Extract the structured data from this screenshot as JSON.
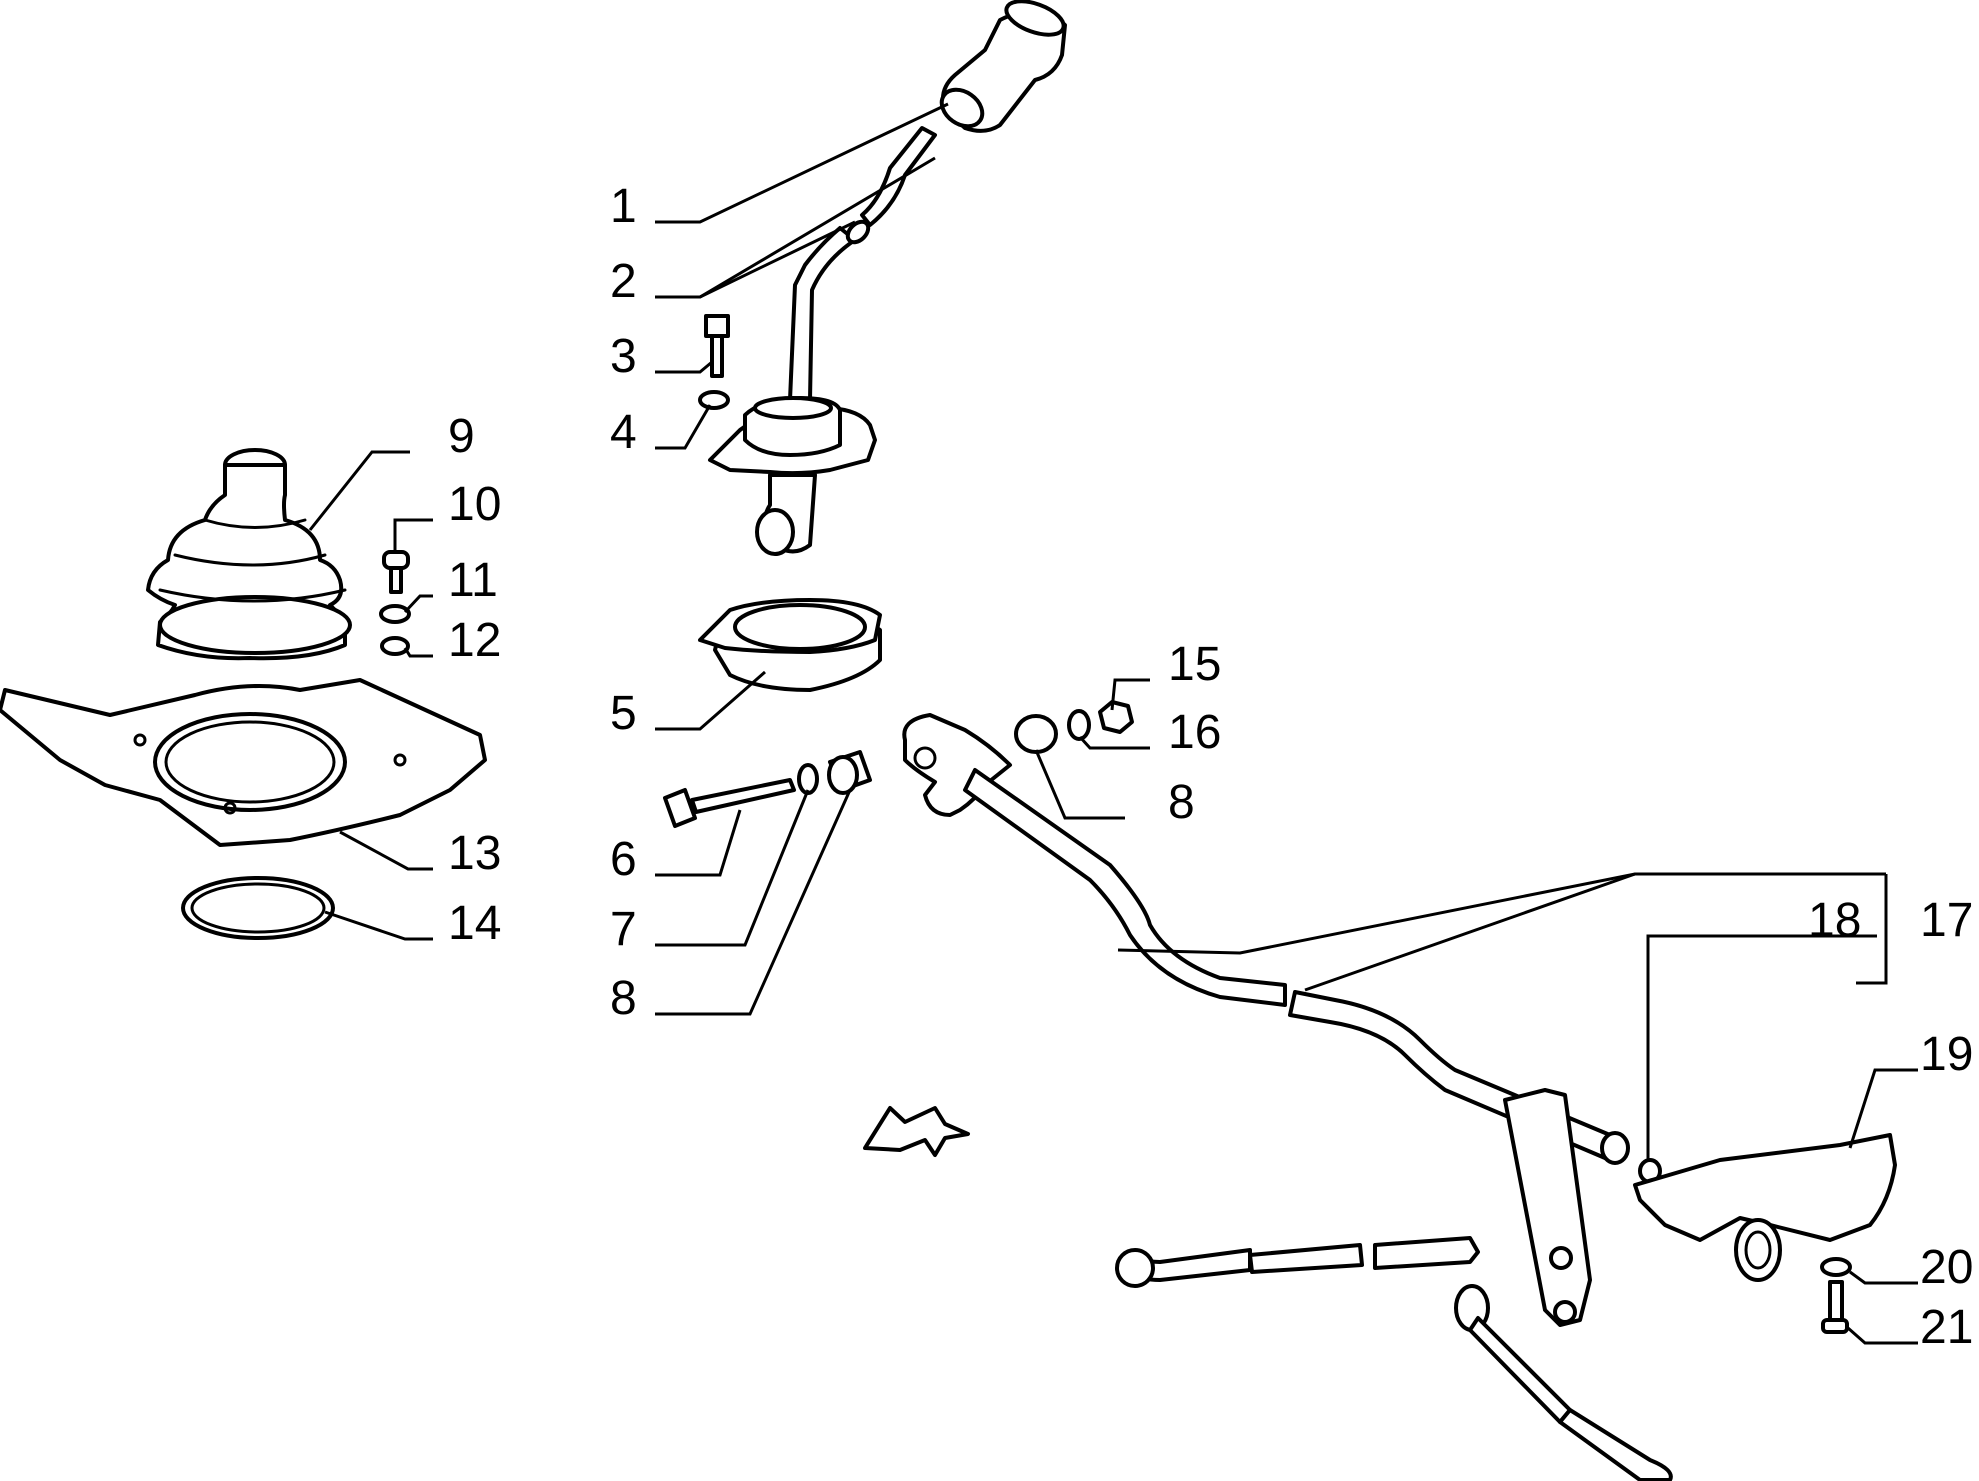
{
  "callouts": {
    "c1": "1",
    "c2": "2",
    "c3": "3",
    "c4": "4",
    "c5": "5",
    "c6": "6",
    "c7": "7",
    "c8a": "8",
    "c8b": "8",
    "c9": "9",
    "c10": "10",
    "c11": "11",
    "c12": "12",
    "c13": "13",
    "c14": "14",
    "c15": "15",
    "c16": "16",
    "c17": "17",
    "c18": "18",
    "c19": "19",
    "c20": "20",
    "c21": "21"
  },
  "icons": {
    "direction": "front-direction-arrow-icon"
  },
  "colors": {
    "ink": "#000000",
    "paper": "#ffffff"
  }
}
